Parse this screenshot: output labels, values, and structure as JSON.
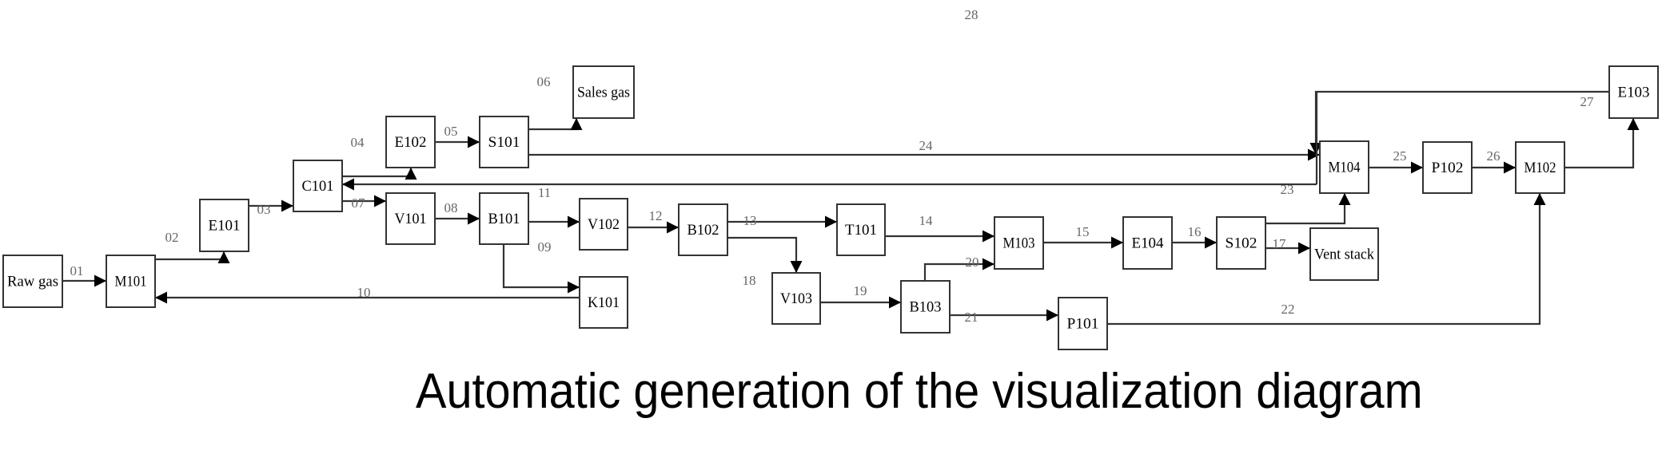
{
  "caption": "Automatic generation of the visualization diagram",
  "units": [
    {
      "id": "raw_gas",
      "label": "Raw gas"
    },
    {
      "id": "M101",
      "label": "M101"
    },
    {
      "id": "E101",
      "label": "E101"
    },
    {
      "id": "C101",
      "label": "C101"
    },
    {
      "id": "E102",
      "label": "E102"
    },
    {
      "id": "S101",
      "label": "S101"
    },
    {
      "id": "sales_gas",
      "label": "Sales gas"
    },
    {
      "id": "V101",
      "label": "V101"
    },
    {
      "id": "B101",
      "label": "B101"
    },
    {
      "id": "V102",
      "label": "V102"
    },
    {
      "id": "K101",
      "label": "K101"
    },
    {
      "id": "B102",
      "label": "B102"
    },
    {
      "id": "T101",
      "label": "T101"
    },
    {
      "id": "V103",
      "label": "V103"
    },
    {
      "id": "B103",
      "label": "B103"
    },
    {
      "id": "M103",
      "label": "M103"
    },
    {
      "id": "E104",
      "label": "E104"
    },
    {
      "id": "S102",
      "label": "S102"
    },
    {
      "id": "vent_stack",
      "label": "Vent stack"
    },
    {
      "id": "P101",
      "label": "P101"
    },
    {
      "id": "M104",
      "label": "M104"
    },
    {
      "id": "P102",
      "label": "P102"
    },
    {
      "id": "M102",
      "label": "M102"
    },
    {
      "id": "E103",
      "label": "E103"
    }
  ],
  "streams": [
    {
      "id": "01",
      "from": "raw_gas",
      "to": "M101"
    },
    {
      "id": "02",
      "from": "M101",
      "to": "E101"
    },
    {
      "id": "03",
      "from": "E101",
      "to": "C101"
    },
    {
      "id": "04",
      "from": "C101",
      "to": "E102"
    },
    {
      "id": "05",
      "from": "E102",
      "to": "S101"
    },
    {
      "id": "06",
      "from": "S101",
      "to": "sales_gas"
    },
    {
      "id": "07",
      "from": "C101",
      "to": "V101"
    },
    {
      "id": "08",
      "from": "V101",
      "to": "B101"
    },
    {
      "id": "09",
      "from": "B101",
      "to": "K101"
    },
    {
      "id": "10",
      "from": "K101",
      "to": "M101"
    },
    {
      "id": "11",
      "from": "B101",
      "to": "V102"
    },
    {
      "id": "12",
      "from": "V102",
      "to": "B102"
    },
    {
      "id": "13",
      "from": "B102",
      "to": "T101"
    },
    {
      "id": "14",
      "from": "T101",
      "to": "M103"
    },
    {
      "id": "15",
      "from": "M103",
      "to": "E104"
    },
    {
      "id": "16",
      "from": "E104",
      "to": "S102"
    },
    {
      "id": "17",
      "from": "S102",
      "to": "vent_stack"
    },
    {
      "id": "18",
      "from": "B102",
      "to": "V103"
    },
    {
      "id": "19",
      "from": "V103",
      "to": "B103"
    },
    {
      "id": "20",
      "from": "B103",
      "to": "M103"
    },
    {
      "id": "21",
      "from": "B103",
      "to": "P101"
    },
    {
      "id": "22",
      "from": "P101",
      "to": "M102"
    },
    {
      "id": "23",
      "from": "M104",
      "to": "C101"
    },
    {
      "id": "24",
      "from": "S101",
      "to": "M104"
    },
    {
      "id": "25",
      "from": "M104",
      "to": "P102"
    },
    {
      "id": "26",
      "from": "P102",
      "to": "M102"
    },
    {
      "id": "27",
      "from": "E103",
      "to": "M104"
    },
    {
      "id": "28",
      "from": "",
      "to": ""
    }
  ]
}
